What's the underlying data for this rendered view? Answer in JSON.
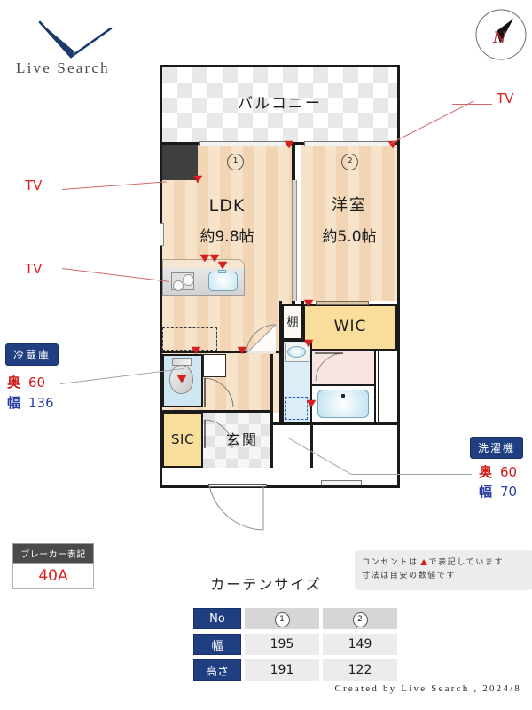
{
  "brand": {
    "logo_text": "Live Search",
    "logo_icon": "check-mark-icon"
  },
  "compass": {
    "label": "N",
    "icon": "compass-north-icon"
  },
  "plan": {
    "rooms": [
      {
        "key": "balcony",
        "name": "バルコニー",
        "area": ""
      },
      {
        "key": "ldk",
        "name": "LDK",
        "area": "約9.8帖"
      },
      {
        "key": "washitsu",
        "name": "洋室",
        "area": "約5.0帖"
      },
      {
        "key": "wic",
        "name": "WIC",
        "area": ""
      },
      {
        "key": "shelf",
        "name": "棚",
        "area": ""
      },
      {
        "key": "sic",
        "name": "SIC",
        "area": ""
      },
      {
        "key": "genkan",
        "name": "玄関",
        "area": ""
      }
    ],
    "window_markers": [
      "1",
      "2"
    ]
  },
  "callouts": {
    "tv": {
      "label": "TV",
      "count": 3
    },
    "fridge": {
      "title": "冷蔵庫",
      "depth_label": "奥",
      "depth_value": "60",
      "width_label": "幅",
      "width_value": "136"
    },
    "washer": {
      "title": "洗濯機",
      "depth_label": "奥",
      "depth_value": "60",
      "width_label": "幅",
      "width_value": "70"
    }
  },
  "breaker": {
    "title": "ブレーカー表記",
    "value": "40A"
  },
  "notes": {
    "line1_before": "コンセントは",
    "line1_after": "で表記しています",
    "line2": "寸法は目安の数値です"
  },
  "curtain": {
    "title": "カーテンサイズ",
    "row_headers": [
      "No",
      "幅",
      "高さ"
    ],
    "columns": [
      "1",
      "2"
    ],
    "width_values": [
      "195",
      "149"
    ],
    "height_values": [
      "191",
      "122"
    ]
  },
  "footer": {
    "text": "Created by Live Search , 2024/8"
  },
  "colors": {
    "accent_blue": "#1f3f80",
    "outlet_red": "#d81e1e",
    "tv_red": "#e02020",
    "wall": "#1a1a1a",
    "floor_wood": "#f6dfc2",
    "storage_yellow": "#f9dd9a",
    "water_blue": "#cfe7f2",
    "bath_pink": "#f8e4e0"
  }
}
